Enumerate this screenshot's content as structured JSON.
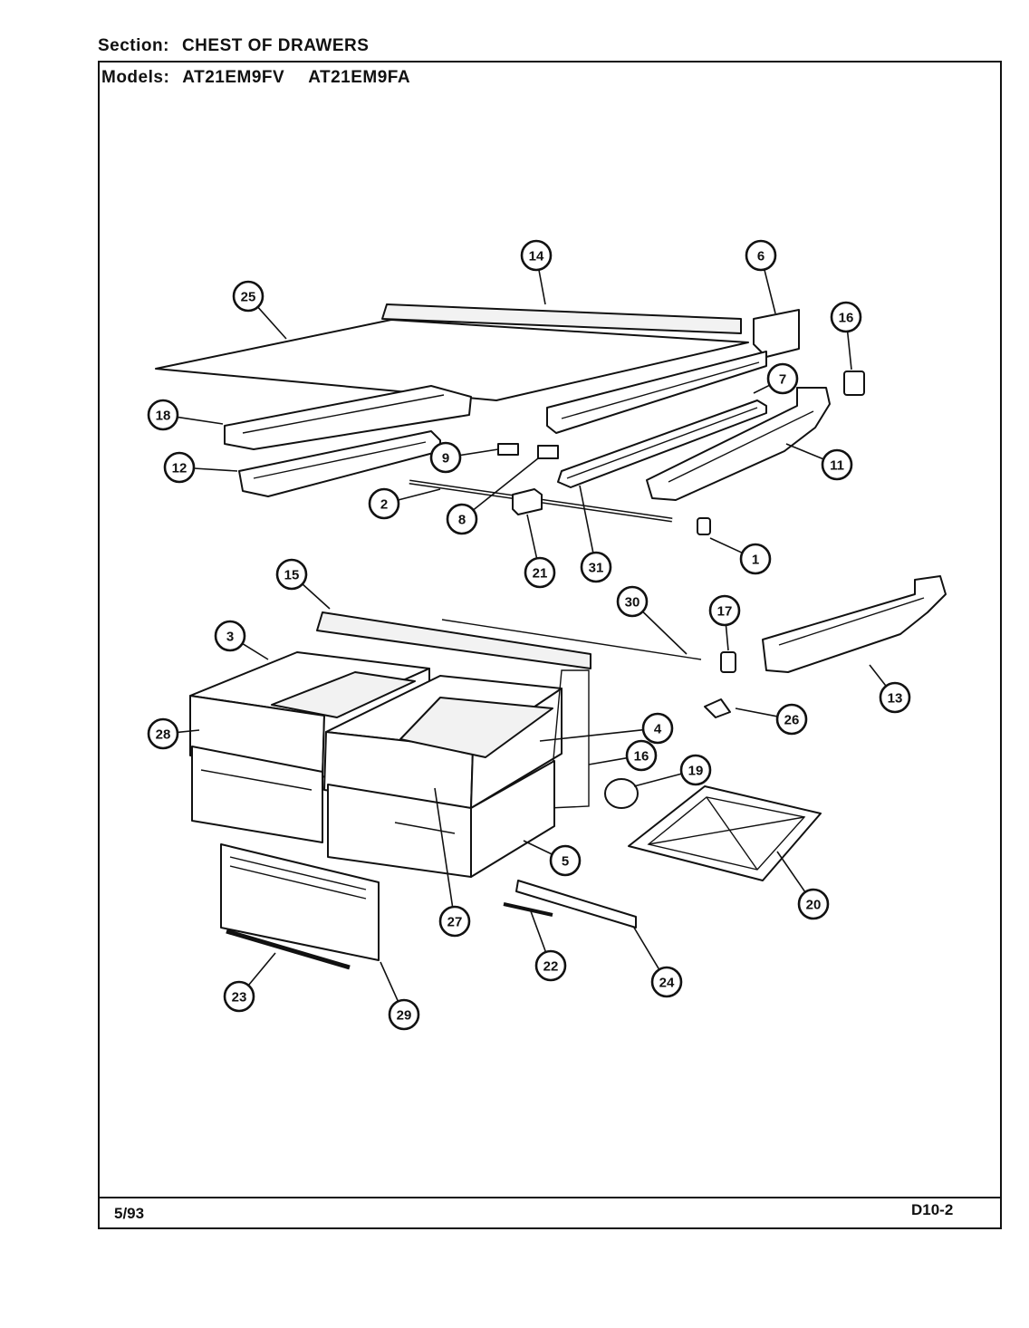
{
  "header": {
    "section_label": "Section:",
    "section_value": "CHEST OF DRAWERS",
    "models_label": "Models:",
    "model_1": "AT21EM9FV",
    "model_2": "AT21EM9FA"
  },
  "footer": {
    "date": "5/93",
    "page_code": "D10-2"
  },
  "callouts": [
    "14",
    "6",
    "25",
    "16",
    "7",
    "18",
    "12",
    "9",
    "11",
    "2",
    "8",
    "21",
    "31",
    "1",
    "15",
    "30",
    "3",
    "17",
    "28",
    "4",
    "16",
    "13",
    "26",
    "19",
    "5",
    "27",
    "20",
    "22",
    "24",
    "23",
    "29"
  ]
}
